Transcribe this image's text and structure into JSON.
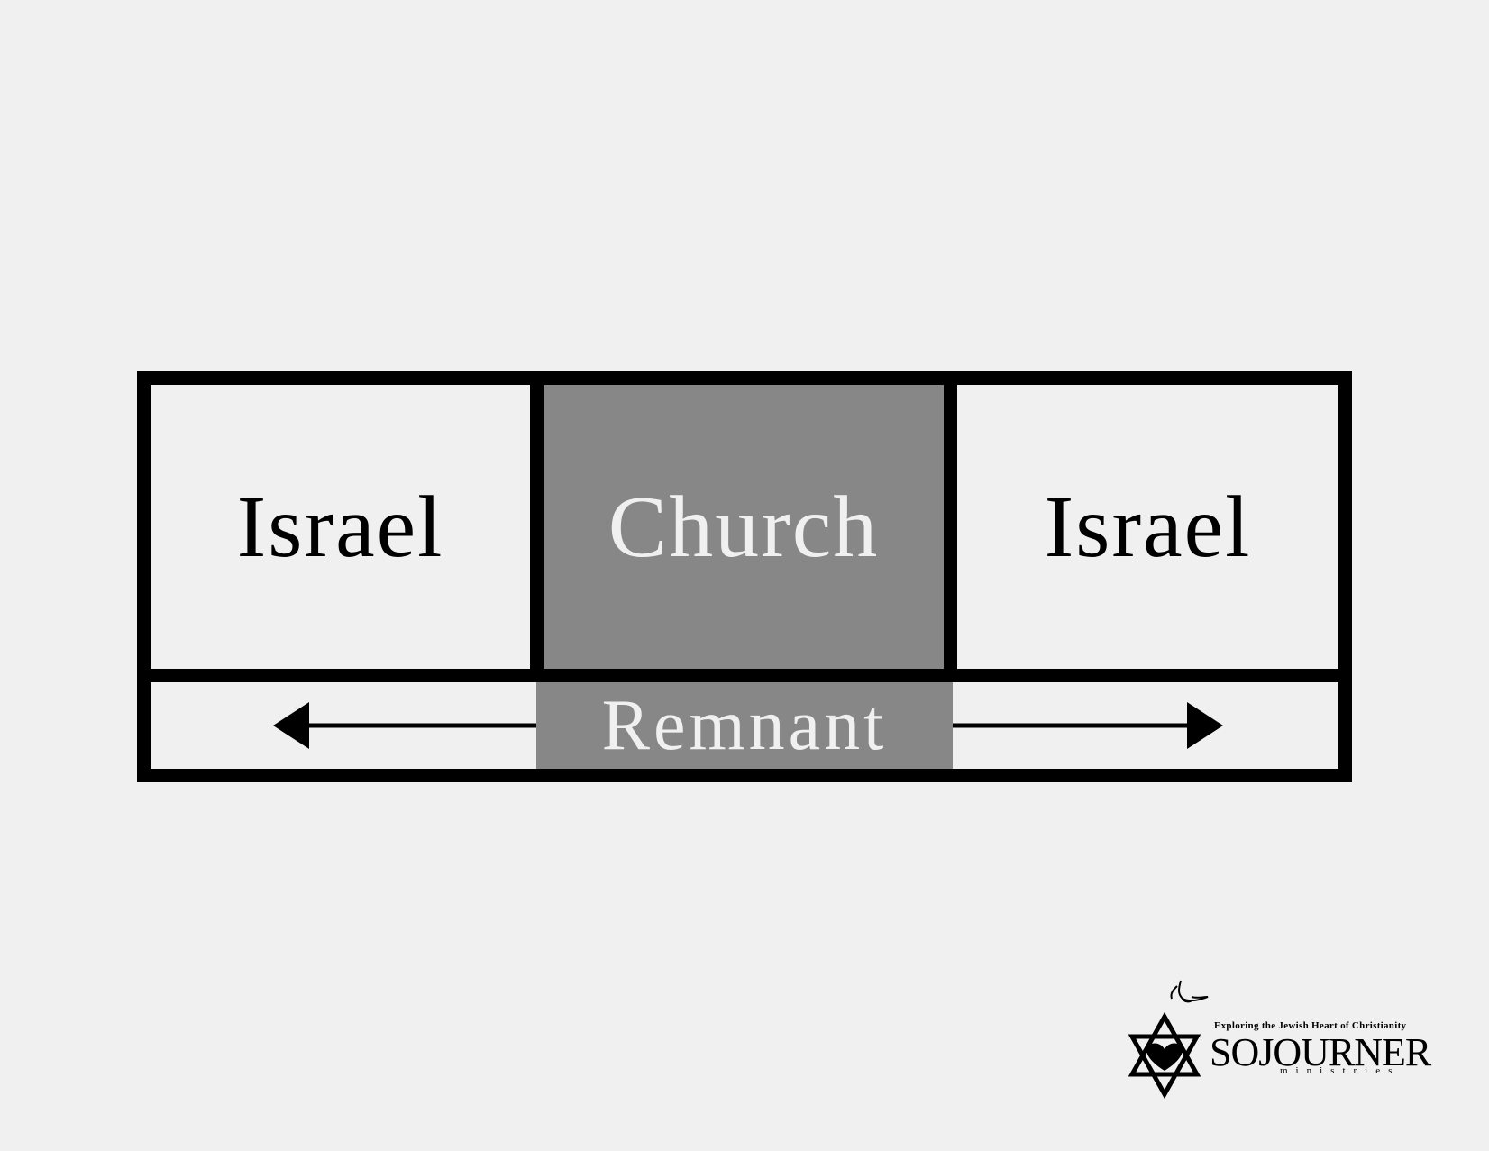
{
  "diagram": {
    "left_label": "Israel",
    "center_label": "Church",
    "right_label": "Israel",
    "bottom_label": "Remnant"
  },
  "logo": {
    "tagline": "Exploring the Jewish Heart of Christianity",
    "brand": "SOJOURNER",
    "subtitle": "ministries",
    "icons": [
      "dove-icon",
      "star-of-david-icon",
      "heart-icon"
    ]
  },
  "colors": {
    "background": "#f0f0f0",
    "highlight": "#878787",
    "line": "#000000"
  }
}
